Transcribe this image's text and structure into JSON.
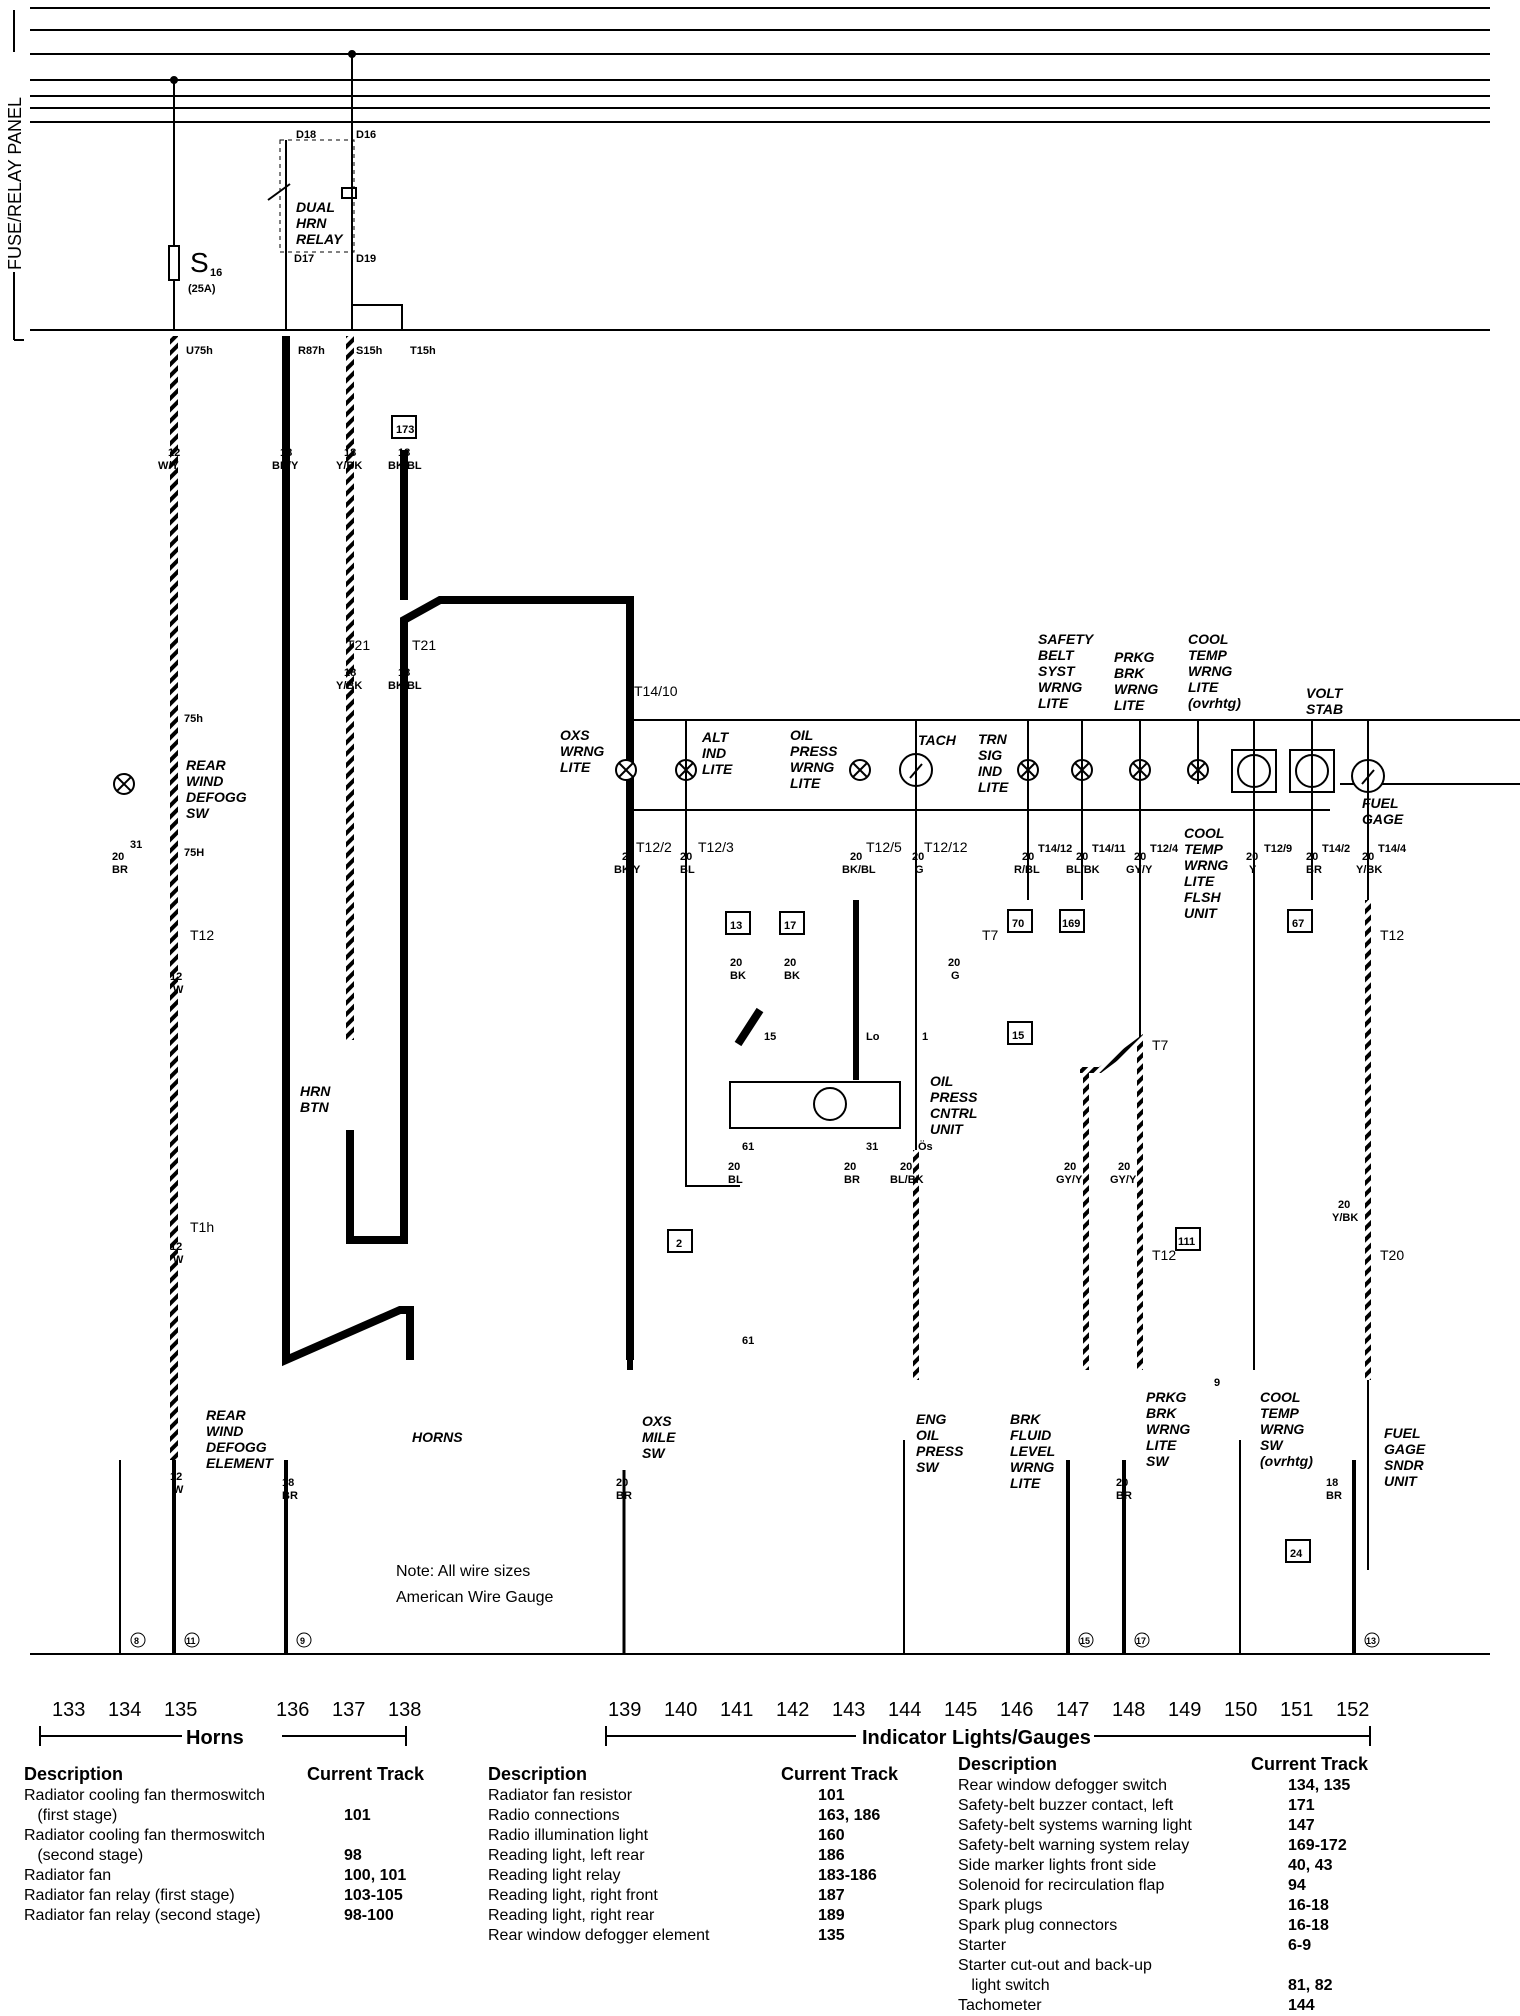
{
  "panel_label": "FUSE/RELAY PANEL",
  "fuse": {
    "name": "S",
    "number": "16",
    "rating": "(25A)"
  },
  "relay_terminals": [
    "D18",
    "D16",
    "D17",
    "D19"
  ],
  "relay_label": [
    "DUAL",
    "HRN",
    "RELAY"
  ],
  "panel_connectors": [
    "U75h",
    "R87h",
    "S15h",
    "T15h"
  ],
  "box_refs": [
    "173",
    "13",
    "17",
    "15",
    "2",
    "111",
    "70",
    "169",
    "67",
    "24"
  ],
  "wires": {
    "w1": [
      "12",
      "W/Y"
    ],
    "w2": [
      "18",
      "BK/Y"
    ],
    "w3": [
      "18",
      "Y/BK"
    ],
    "w4": [
      "18",
      "BK/BL"
    ],
    "w5": [
      "18",
      "Y/BK"
    ],
    "w6": [
      "18",
      "BK/BL"
    ],
    "w7": [
      "20",
      "BR"
    ],
    "w8": [
      "12",
      "W"
    ],
    "w9": [
      "12",
      "W"
    ],
    "w10": [
      "12",
      "W"
    ],
    "w11": [
      "18",
      "BR"
    ],
    "w12": [
      "20",
      "BK/Y"
    ],
    "w13": [
      "20",
      "BL"
    ],
    "w14": [
      "20",
      "BK/BL"
    ],
    "w15": [
      "20",
      "G"
    ],
    "w16": [
      "20",
      "R/BL"
    ],
    "w17": [
      "20",
      "BL/BK"
    ],
    "w18": [
      "20",
      "GY/Y"
    ],
    "w19": [
      "20",
      "Y"
    ],
    "w20": [
      "20",
      "BR"
    ],
    "w21": [
      "20",
      "Y/BK"
    ],
    "w22": [
      "20",
      "BK"
    ],
    "w23": [
      "20",
      "BK"
    ],
    "w24": [
      "20",
      "G"
    ],
    "w25": [
      "20",
      "BL"
    ],
    "w26": [
      "20",
      "BR"
    ],
    "w27": [
      "20",
      "BL/BK"
    ],
    "w28": [
      "20",
      "GY/Y"
    ],
    "w29": [
      "20",
      "GY/Y"
    ],
    "w30": [
      "20",
      "Y/BK"
    ],
    "w31": [
      "20",
      "BR"
    ],
    "w32": [
      "20",
      "BR"
    ],
    "w33": [
      "18",
      "BR"
    ]
  },
  "connectors": {
    "t21a": "T21",
    "t21b": "T21",
    "t14_10": "T14/10",
    "t75h": "75h",
    "t75H": "75H",
    "t31": "31",
    "t12a": "T12",
    "t1h": "T1h",
    "t12_2": "T12/2",
    "t12_3": "T12/3",
    "t12_5": "T12/5",
    "t12_12": "T12/12",
    "t14_12": "T14/12",
    "t14_11": "T14/11",
    "t12_4": "T12/4",
    "t12_9": "T12/9",
    "t14_2": "T14/2",
    "t14_4": "T14/4",
    "t12b": "T12",
    "t7a": "T7",
    "t7b": "T7",
    "t12c": "T12",
    "t20": "T20",
    "p15": "15",
    "pLo": "Lo",
    "p1": "1",
    "p61a": "61",
    "p31": "31",
    "pOs": "Ös",
    "p61b": "61",
    "p9": "9"
  },
  "components": {
    "oxs_wrng": [
      "OXS",
      "WRNG",
      "LITE"
    ],
    "alt_ind": [
      "ALT",
      "IND",
      "LITE"
    ],
    "oil_press_wrng": [
      "OIL",
      "PRESS",
      "WRNG",
      "LITE"
    ],
    "tach": [
      "TACH"
    ],
    "trn_sig": [
      "TRN",
      "SIG",
      "IND",
      "LITE"
    ],
    "safety_belt": [
      "SAFETY",
      "BELT",
      "SYST",
      "WRNG",
      "LITE"
    ],
    "prkg_brk": [
      "PRKG",
      "BRK",
      "WRNG",
      "LITE"
    ],
    "cool_temp": [
      "COOL",
      "TEMP",
      "WRNG",
      "LITE",
      "(ovrhtg)"
    ],
    "volt_stab": [
      "VOLT",
      "STAB"
    ],
    "fuel_gage": [
      "FUEL",
      "GAGE"
    ],
    "cool_flsh": [
      "COOL",
      "TEMP",
      "WRNG",
      "LITE",
      "FLSH",
      "UNIT"
    ],
    "rear_defogg_sw": [
      "REAR",
      "WIND",
      "DEFOGG",
      "SW"
    ],
    "hrn_btn": [
      "HRN",
      "BTN"
    ],
    "oil_cntrl": [
      "OIL",
      "PRESS",
      "CNTRL",
      "UNIT"
    ],
    "rear_defogg_el": [
      "REAR",
      "WIND",
      "DEFOGG",
      "ELEMENT"
    ],
    "horns": [
      "HORNS"
    ],
    "oxs_mile": [
      "OXS",
      "MILE",
      "SW"
    ],
    "eng_oil": [
      "ENG",
      "OIL",
      "PRESS",
      "SW"
    ],
    "brk_fluid": [
      "BRK",
      "FLUID",
      "LEVEL",
      "WRNG",
      "LITE"
    ],
    "prkg_sw": [
      "PRKG",
      "BRK",
      "WRNG",
      "LITE",
      "SW"
    ],
    "cool_sw": [
      "COOL",
      "TEMP",
      "WRNG",
      "SW",
      "(ovrhtg)"
    ],
    "fuel_sndr": [
      "FUEL",
      "GAGE",
      "SNDR",
      "UNIT"
    ]
  },
  "ground_points": [
    "8",
    "11",
    "9",
    "15",
    "17",
    "13"
  ],
  "note": [
    "Note: All wire sizes",
    "American Wire Gauge"
  ],
  "tracks": [
    "133",
    "134",
    "135",
    "136",
    "137",
    "138",
    "139",
    "140",
    "141",
    "142",
    "143",
    "144",
    "145",
    "146",
    "147",
    "148",
    "149",
    "150",
    "151",
    "152"
  ],
  "sections": {
    "horns": "Horns",
    "indicator": "Indicator Lights/Gauges"
  },
  "tables": [
    {
      "desc_header": "Description",
      "track_header": "Current Track",
      "rows": [
        {
          "d": "Radiator cooling fan thermoswitch",
          "t": ""
        },
        {
          "d": "   (first stage)",
          "t": "101"
        },
        {
          "d": "Radiator cooling fan thermoswitch",
          "t": ""
        },
        {
          "d": "   (second stage)",
          "t": "98"
        },
        {
          "d": "Radiator fan",
          "t": "100, 101"
        },
        {
          "d": "Radiator fan relay (first stage)",
          "t": "103-105"
        },
        {
          "d": "Radiator fan relay (second stage)",
          "t": "98-100"
        }
      ]
    },
    {
      "desc_header": "Description",
      "track_header": "Current Track",
      "rows": [
        {
          "d": "Radiator fan resistor",
          "t": "101"
        },
        {
          "d": "Radio connections",
          "t": "163, 186"
        },
        {
          "d": "Radio illumination light",
          "t": "160"
        },
        {
          "d": "Reading light, left rear",
          "t": "186"
        },
        {
          "d": "Reading light relay",
          "t": "183-186"
        },
        {
          "d": "Reading light, right front",
          "t": "187"
        },
        {
          "d": "Reading light, right rear",
          "t": "189"
        },
        {
          "d": "Rear window defogger element",
          "t": "135"
        }
      ]
    },
    {
      "desc_header": "Description",
      "track_header": "Current Track",
      "rows": [
        {
          "d": "Rear window defogger switch",
          "t": "134, 135"
        },
        {
          "d": "Safety-belt buzzer contact, left",
          "t": "171"
        },
        {
          "d": "Safety-belt systems warning light",
          "t": "147"
        },
        {
          "d": "Safety-belt warning system relay",
          "t": "169-172"
        },
        {
          "d": "Side marker lights front side",
          "t": "40, 43"
        },
        {
          "d": "Solenoid for recirculation flap",
          "t": "94"
        },
        {
          "d": "Spark plugs",
          "t": "16-18"
        },
        {
          "d": "Spark plug connectors",
          "t": "16-18"
        },
        {
          "d": "Starter",
          "t": "6-9"
        },
        {
          "d": "Starter cut-out and back-up",
          "t": ""
        },
        {
          "d": "   light switch",
          "t": "81, 82"
        },
        {
          "d": "Tachometer",
          "t": "144"
        }
      ]
    }
  ]
}
